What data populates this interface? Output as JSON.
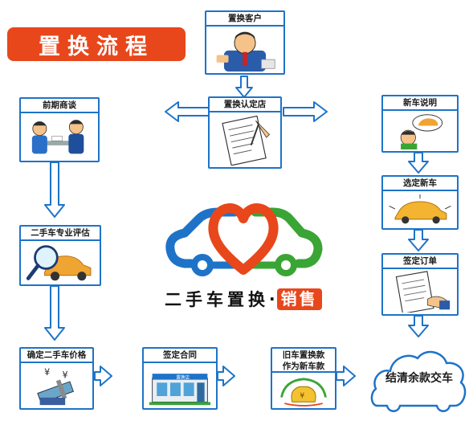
{
  "title": "置换流程",
  "steps": {
    "customer": "置换客户",
    "store": "置换认定店",
    "negotiate": "前期商谈",
    "appraise": "二手车专业评估",
    "price": "确定二手车价格",
    "contract": "签定合同",
    "payment_line1": "旧车置换款",
    "payment_line2": "作为新车款",
    "explain": "新车说明",
    "select": "选定新车",
    "order": "签定订单",
    "final": "结清余款交车"
  },
  "logo": {
    "main_text": "二手车置换",
    "dot": "·",
    "sale_text": "销售",
    "colors": {
      "heart": "#e8471b",
      "car_left": "#1e73c8",
      "car_right": "#3aa535"
    }
  },
  "store_sign_text": "置换店",
  "colors": {
    "title_bg": "#e8471b",
    "border": "#1e73c8",
    "arrow": "#1e73c8"
  }
}
